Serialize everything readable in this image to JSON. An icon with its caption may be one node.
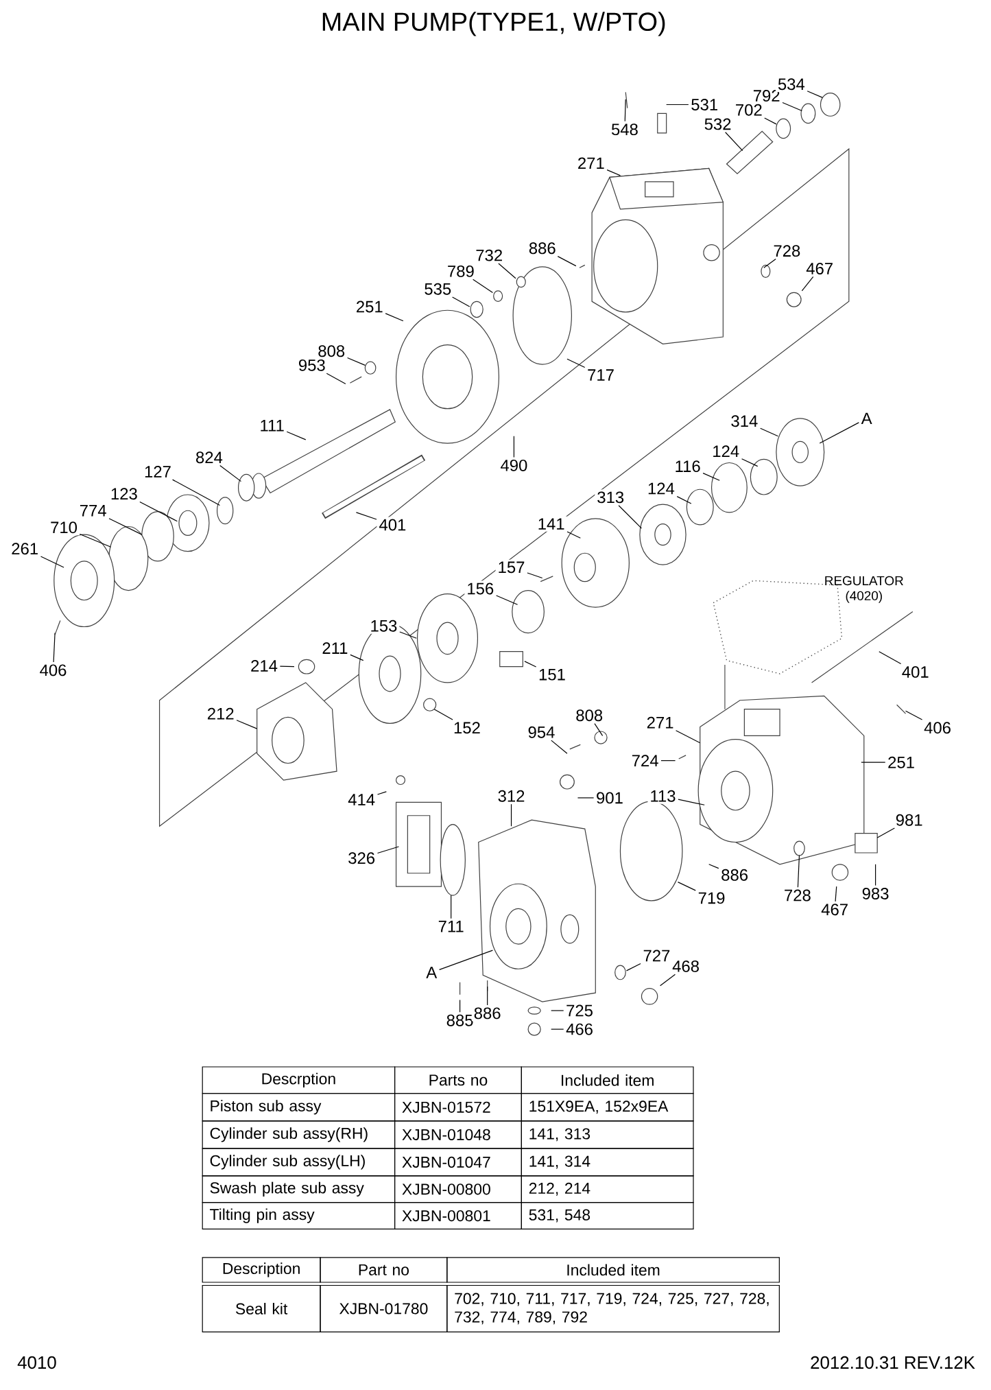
{
  "diagram": {
    "title": "MAIN PUMP(TYPE1, W/PTO)",
    "nodes": [
      {
        "text": [
          "531"
        ]
      },
      {
        "text": [
          "548"
        ]
      },
      {
        "text": [
          "792"
        ]
      },
      {
        "text": [
          "534"
        ]
      },
      {
        "text": [
          "702"
        ]
      },
      {
        "text": [
          "532"
        ]
      },
      {
        "text": [
          "271"
        ]
      },
      {
        "text": [
          "886"
        ]
      },
      {
        "text": [
          "732"
        ]
      },
      {
        "text": [
          "789"
        ]
      },
      {
        "text": [
          "535"
        ]
      },
      {
        "text": [
          "728"
        ]
      },
      {
        "text": [
          "467"
        ]
      },
      {
        "text": [
          "251"
        ]
      },
      {
        "text": [
          "808"
        ]
      },
      {
        "text": [
          "953"
        ]
      },
      {
        "text": [
          "717"
        ]
      },
      {
        "text": [
          "111"
        ]
      },
      {
        "text": [
          "490"
        ]
      },
      {
        "text": [
          "824"
        ]
      },
      {
        "text": [
          "127"
        ]
      },
      {
        "text": [
          "123"
        ]
      },
      {
        "text": [
          "774"
        ]
      },
      {
        "text": [
          "710"
        ]
      },
      {
        "text": [
          "261"
        ]
      },
      {
        "text": [
          "406"
        ]
      },
      {
        "text": [
          "401"
        ]
      },
      {
        "text": [
          "314"
        ]
      },
      {
        "text": [
          "A"
        ]
      },
      {
        "text": [
          "124"
        ]
      },
      {
        "text": [
          "116"
        ]
      },
      {
        "text": [
          "124"
        ]
      },
      {
        "text": [
          "313"
        ]
      },
      {
        "text": [
          "141"
        ]
      },
      {
        "text": [
          "157"
        ]
      },
      {
        "text": [
          "156"
        ]
      },
      {
        "text": [
          "153"
        ]
      },
      {
        "text": [
          "211"
        ]
      },
      {
        "text": [
          "214"
        ]
      },
      {
        "text": [
          "151"
        ]
      },
      {
        "text": [
          "152"
        ]
      },
      {
        "text": [
          "212"
        ]
      },
      {
        "text": [
          "401"
        ]
      },
      {
        "text": [
          "808"
        ]
      },
      {
        "text": [
          "954"
        ]
      },
      {
        "text": [
          "271"
        ]
      },
      {
        "text": [
          "406"
        ]
      },
      {
        "text": [
          "724"
        ]
      },
      {
        "text": [
          "251"
        ]
      },
      {
        "text": [
          "414"
        ]
      },
      {
        "text": [
          "312"
        ]
      },
      {
        "text": [
          "901"
        ]
      },
      {
        "text": [
          "113"
        ]
      },
      {
        "text": [
          "981"
        ]
      },
      {
        "text": [
          "326"
        ]
      },
      {
        "text": [
          "886"
        ]
      },
      {
        "text": [
          "728"
        ]
      },
      {
        "text": [
          "467"
        ]
      },
      {
        "text": [
          "983"
        ]
      },
      {
        "text": [
          "719"
        ]
      },
      {
        "text": [
          "711"
        ]
      },
      {
        "text": [
          "A"
        ]
      },
      {
        "text": [
          "727"
        ]
      },
      {
        "text": [
          "468"
        ]
      },
      {
        "text": [
          "885"
        ]
      },
      {
        "text": [
          "886"
        ]
      },
      {
        "text": [
          "725"
        ]
      },
      {
        "text": [
          "466"
        ]
      }
    ],
    "edges": [
      {
        "from": 0,
        "to": null,
        "arrow": "none"
      },
      {
        "from": 1,
        "to": null,
        "arrow": "none"
      },
      {
        "from": 2,
        "to": null,
        "arrow": "none"
      },
      {
        "from": 3,
        "to": null,
        "arrow": "none"
      },
      {
        "from": 4,
        "to": null,
        "arrow": "none"
      },
      {
        "from": 5,
        "to": null,
        "arrow": "none"
      },
      {
        "from": 6,
        "to": null,
        "arrow": "none"
      },
      {
        "from": 7,
        "to": null,
        "arrow": "none"
      },
      {
        "from": 8,
        "to": null,
        "arrow": "none"
      },
      {
        "from": 9,
        "to": null,
        "arrow": "none"
      },
      {
        "from": 10,
        "to": null,
        "arrow": "none"
      },
      {
        "from": 11,
        "to": null,
        "arrow": "none"
      },
      {
        "from": 12,
        "to": null,
        "arrow": "none"
      },
      {
        "from": 13,
        "to": null,
        "arrow": "none"
      },
      {
        "from": 14,
        "to": null,
        "arrow": "none"
      },
      {
        "from": 15,
        "to": null,
        "arrow": "none"
      },
      {
        "from": 16,
        "to": null,
        "arrow": "none"
      },
      {
        "from": 17,
        "to": null,
        "arrow": "none"
      },
      {
        "from": 18,
        "to": null,
        "arrow": "none"
      },
      {
        "from": 19,
        "to": null,
        "arrow": "none"
      },
      {
        "from": 20,
        "to": null,
        "arrow": "none"
      },
      {
        "from": 21,
        "to": null,
        "arrow": "none"
      },
      {
        "from": 22,
        "to": null,
        "arrow": "none"
      },
      {
        "from": 23,
        "to": null,
        "arrow": "none"
      },
      {
        "from": 24,
        "to": null,
        "arrow": "none"
      },
      {
        "from": 25,
        "to": null,
        "arrow": "none"
      },
      {
        "from": 26,
        "to": null,
        "arrow": "none"
      },
      {
        "from": 27,
        "to": null,
        "arrow": "none"
      },
      {
        "from": 28,
        "to": null,
        "arrow": "none"
      },
      {
        "from": 29,
        "to": null,
        "arrow": "none"
      },
      {
        "from": 30,
        "to": null,
        "arrow": "none"
      },
      {
        "from": 31,
        "to": null,
        "arrow": "none"
      },
      {
        "from": 32,
        "to": null,
        "arrow": "none"
      },
      {
        "from": 33,
        "to": null,
        "arrow": "none"
      },
      {
        "from": 34,
        "to": null,
        "arrow": "none"
      },
      {
        "from": 35,
        "to": null,
        "arrow": "none"
      },
      {
        "from": 36,
        "to": null,
        "arrow": "none"
      },
      {
        "from": 37,
        "to": null,
        "arrow": "none"
      },
      {
        "from": 38,
        "to": null,
        "arrow": "none"
      },
      {
        "from": 39,
        "to": null,
        "arrow": "none"
      },
      {
        "from": 40,
        "to": null,
        "arrow": "none"
      },
      {
        "from": 41,
        "to": null,
        "arrow": "none"
      },
      {
        "from": 42,
        "to": null,
        "arrow": "none"
      },
      {
        "from": 43,
        "to": null,
        "arrow": "none"
      },
      {
        "from": 44,
        "to": null,
        "arrow": "none"
      },
      {
        "from": 45,
        "to": null,
        "arrow": "none"
      },
      {
        "from": 46,
        "to": null,
        "arrow": "none"
      },
      {
        "from": 47,
        "to": null,
        "arrow": "none"
      },
      {
        "from": 48,
        "to": null,
        "arrow": "none"
      },
      {
        "from": 49,
        "to": null,
        "arrow": "none"
      },
      {
        "from": 50,
        "to": null,
        "arrow": "none"
      },
      {
        "from": 51,
        "to": null,
        "arrow": "none"
      },
      {
        "from": 52,
        "to": null,
        "arrow": "none"
      },
      {
        "from": 53,
        "to": null,
        "arrow": "none"
      },
      {
        "from": 54,
        "to": null,
        "arrow": "none"
      },
      {
        "from": 55,
        "to": null,
        "arrow": "none"
      },
      {
        "from": 56,
        "to": null,
        "arrow": "none"
      },
      {
        "from": 57,
        "to": null,
        "arrow": "none"
      },
      {
        "from": 58,
        "to": null,
        "arrow": "none"
      },
      {
        "from": 59,
        "to": null,
        "arrow": "none"
      },
      {
        "from": 60,
        "to": null,
        "arrow": "none"
      },
      {
        "from": 61,
        "to": null,
        "arrow": "none"
      },
      {
        "from": 62,
        "to": null,
        "arrow": "none"
      },
      {
        "from": 63,
        "to": null,
        "arrow": "none"
      },
      {
        "from": 64,
        "to": null,
        "arrow": "none"
      },
      {
        "from": 65,
        "to": null,
        "arrow": "none"
      },
      {
        "from": 66,
        "to": null,
        "arrow": "none"
      },
      {
        "from": 67,
        "to": null,
        "arrow": "none"
      }
    ],
    "labels": [
      "REGULATOR (4020)",
      "Descrption",
      "Parts no",
      "Included item",
      "Piston sub assy",
      "XJBN-01572",
      "151X9EA, 152x9EA",
      "Cylinder sub assy(RH)",
      "XJBN-01048",
      "141, 313",
      "Cylinder sub assy(LH)",
      "XJBN-01047",
      "141, 314",
      "Swash plate sub assy",
      "XJBN-00800",
      "212, 214",
      "Tilting pin assy",
      "XJBN-00801",
      "531, 548",
      "Description",
      "Part no",
      "Included item",
      "Seal kit",
      "XJBN-01780",
      "702, 710, 711, 717, 719, 724, 725, 727, 728, 732, 774, 789, 792",
      "4010",
      "2012.10.31 REV.12K"
    ]
  }
}
